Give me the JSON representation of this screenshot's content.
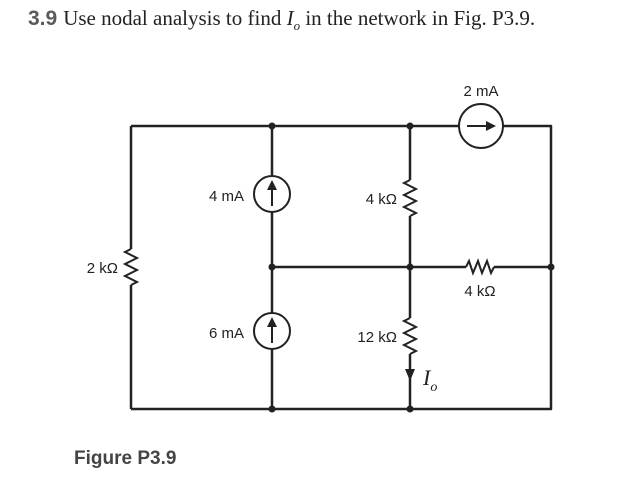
{
  "problem": {
    "number": "3.9",
    "text_before": "Use nodal analysis to find ",
    "variable": "I",
    "variable_sub": "o",
    "text_after": " in the network in Fig. P3.9."
  },
  "circuit": {
    "sources": {
      "source_top": "2 mA",
      "source_upper": "4 mA",
      "source_lower": "6 mA"
    },
    "resistors": {
      "r_left": "2 kΩ",
      "r_upper_mid": "4 kΩ",
      "r_right": "4 kΩ",
      "r_lower_mid": "12 kΩ"
    },
    "current_label": "I",
    "current_sub": "o"
  },
  "caption": "Figure P3.9"
}
